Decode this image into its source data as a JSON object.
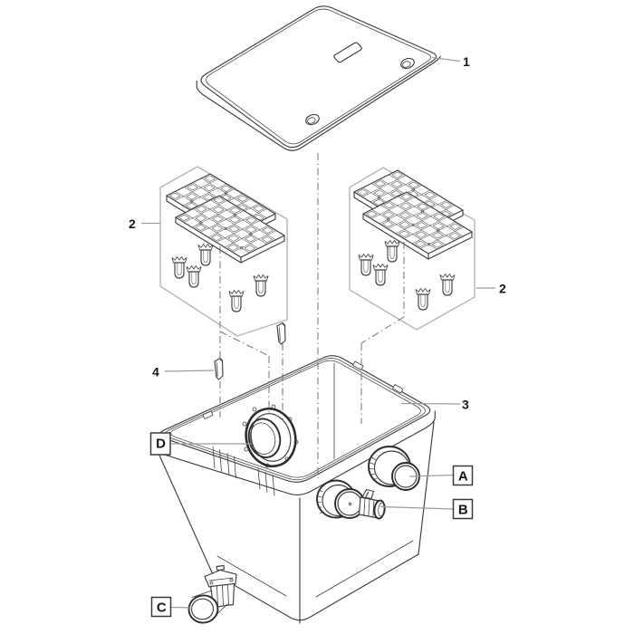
{
  "figure": {
    "kind": "exploded-parts-diagram",
    "background": "#ffffff",
    "colors": {
      "line": "#3e3e3e",
      "bold_line": "#2c2c2c",
      "group_boundary": "#b6b6b6",
      "leader": "#9c9c9c",
      "label_text": "#161616",
      "label_box_border": "#3a3a3a"
    },
    "callouts": {
      "lid": "1",
      "grate_set_left": "2",
      "grate_set_right": "2",
      "container": "3",
      "clip": "4",
      "port_a": "A",
      "port_b": "B",
      "port_c": "C",
      "port_d": "D"
    }
  }
}
